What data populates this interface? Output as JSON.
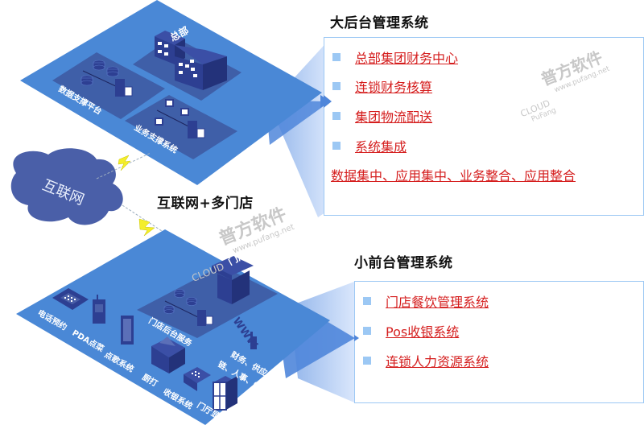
{
  "colors": {
    "platform": "#4a88d6",
    "platform_zone": "#3f5fa8",
    "device": "#2f4494",
    "cloud": "#4a5fa8",
    "panel_border": "#9cc8f4",
    "link_red": "#d51e1e",
    "bolt": "#f4ee2a"
  },
  "top_section": {
    "heading": "大后台管理系统",
    "items": [
      {
        "label": "总部集团财务中心"
      },
      {
        "label": "连锁财务核算"
      },
      {
        "label": "集团物流配送"
      },
      {
        "label": "系统集成"
      }
    ],
    "summary": "数据集中、应用集中、业务整合、应用整合"
  },
  "bottom_section": {
    "heading": "小前台管理系统",
    "items": [
      {
        "label": "门店餐饮管理系统"
      },
      {
        "label": "Pos收银系统"
      },
      {
        "label": "连锁人力资源系统"
      }
    ]
  },
  "middle": {
    "caption": "互联网+多门店",
    "cloud_label": "互联网"
  },
  "hq_platform": {
    "building_label": "总部",
    "zone_data": "数据支撑平台",
    "zone_business": "业务支撑系统"
  },
  "store_platform": {
    "building_label": "门店",
    "zone_backend": "门店后台服务",
    "devices": [
      {
        "label": "电话预约",
        "icon": "phone-icon"
      },
      {
        "label": "PDA点菜",
        "icon": "pda-icon"
      },
      {
        "label": "点歌系统",
        "icon": "tablet-icon"
      },
      {
        "label": "厨打",
        "icon": "printer-icon"
      },
      {
        "label": "收银系统",
        "icon": "cash-register-icon"
      },
      {
        "label": "门厅显示",
        "icon": "display-icon"
      }
    ],
    "www_label": "WWW",
    "www_caption_line1": "财务、供应",
    "www_caption_line2": "链、人事、OA"
  },
  "watermark": {
    "brand": "普方软件",
    "url": "www.pufang.net",
    "logo_text": "CLOUD",
    "sub_text": "PuFang"
  }
}
